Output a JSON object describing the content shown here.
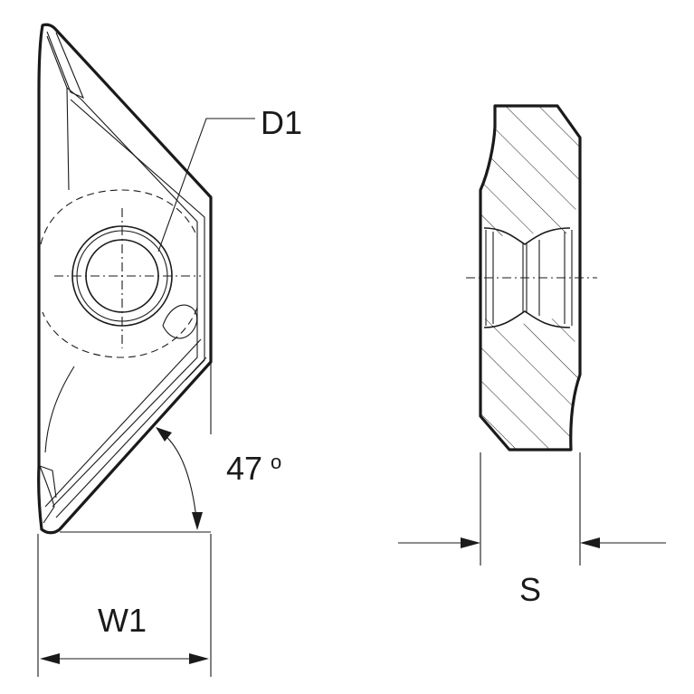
{
  "labels": {
    "hole_diameter": "D1",
    "angle": "47",
    "angle_unit": "o",
    "thickness": "S",
    "width": "W1"
  }
}
